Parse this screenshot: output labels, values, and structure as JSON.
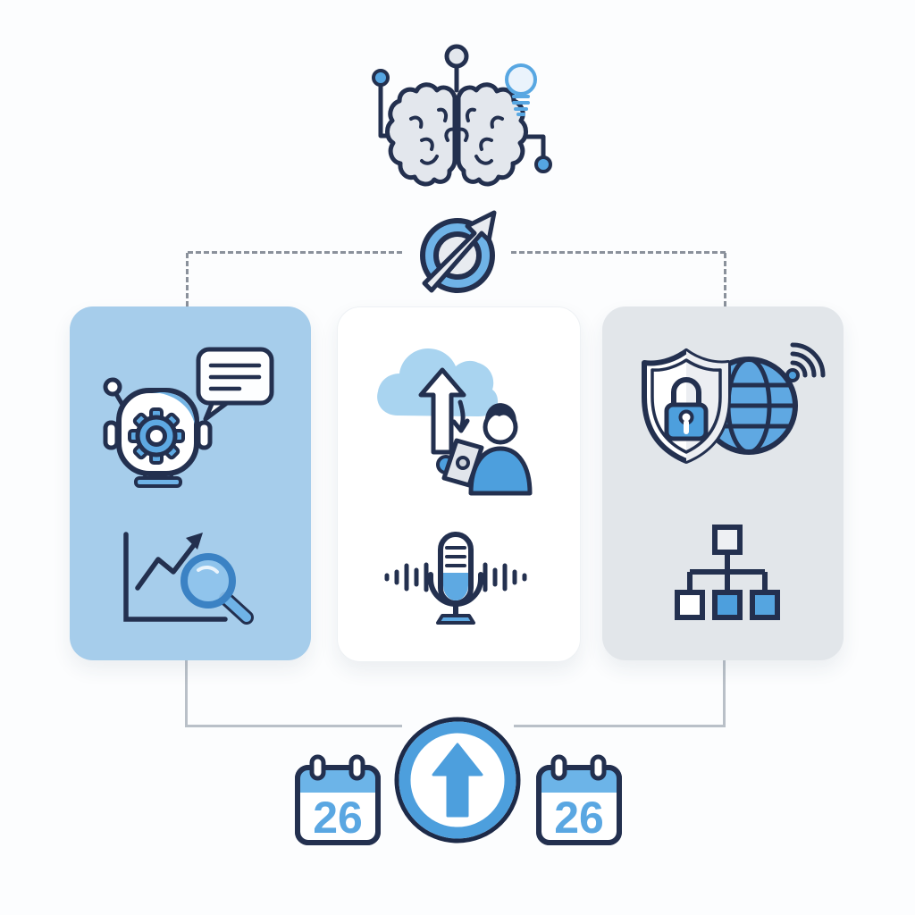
{
  "palette": {
    "background": "#fcfdfe",
    "outline_navy": "#23304f",
    "primary_blue": "#4d9fdd",
    "sky_blue": "#6fb3e7",
    "pale_blue": "#a9d4f0",
    "card_blue": "#a6cdeb",
    "card_white": "#ffffff",
    "card_gray": "#e2e6ea",
    "icon_gray": "#e6e9ee",
    "lens_blue": "#3b82c4",
    "accent_light_blue": "#5aa7e2",
    "connector_dashed": "#8a919b",
    "connector_solid": "#b9c0c8"
  },
  "header": {
    "icons": [
      {
        "name": "ai-brain-circuit-icon"
      },
      {
        "name": "lightbulb-icon"
      },
      {
        "name": "growth-arrow-circle-icon"
      }
    ]
  },
  "cards": [
    {
      "id": "chatbot-analytics-card",
      "background": "#a6cdeb",
      "icons": [
        "chatbot-icon",
        "speech-bubble-icon",
        "analytics-chart-magnifier-icon"
      ]
    },
    {
      "id": "cloud-voice-card",
      "background": "#ffffff",
      "icons": [
        "cloud-upload-icon",
        "person-tablet-icon",
        "voice-microphone-icon"
      ]
    },
    {
      "id": "security-network-card",
      "background": "#e2e6ea",
      "icons": [
        "shield-lock-icon",
        "globe-icon",
        "wifi-signal-icon",
        "network-hierarchy-icon"
      ]
    }
  ],
  "footer": {
    "calendar_left": {
      "day": "26"
    },
    "upgrade_icon": "arrow-up-circle-icon",
    "calendar_right": {
      "day": "26"
    }
  }
}
